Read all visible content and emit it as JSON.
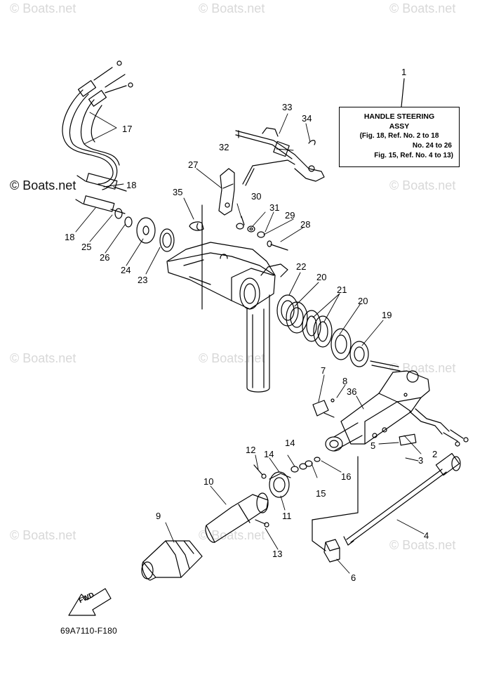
{
  "watermark": "© Boats.net",
  "legend": {
    "line1": "HANDLE STEERING",
    "line2": "ASSY",
    "line3": "(Fig. 18, Ref. No. 2 to 18",
    "line4": "No. 24 to 26",
    "line5": "Fig. 15, Ref. No. 4 to 13)"
  },
  "figure_code": "69A7110-F180",
  "fwd_label": "FWD",
  "callouts": {
    "c1": "1",
    "c2": "2",
    "c3": "3",
    "c4": "4",
    "c5": "5",
    "c6": "6",
    "c7": "7",
    "c8": "8",
    "c9": "9",
    "c10": "10",
    "c11": "11",
    "c12": "12",
    "c13": "13",
    "c14a": "14",
    "c14b": "14",
    "c15": "15",
    "c16": "16",
    "c17": "17",
    "c18a": "18",
    "c18b": "18",
    "c19": "19",
    "c20a": "20",
    "c20b": "20",
    "c21": "21",
    "c22": "22",
    "c23": "23",
    "c24": "24",
    "c25": "25",
    "c26": "26",
    "c27": "27",
    "c28": "28",
    "c29": "29",
    "c30": "30",
    "c31": "31",
    "c32": "32",
    "c33": "33",
    "c34": "34",
    "c35": "35",
    "c36": "36"
  }
}
